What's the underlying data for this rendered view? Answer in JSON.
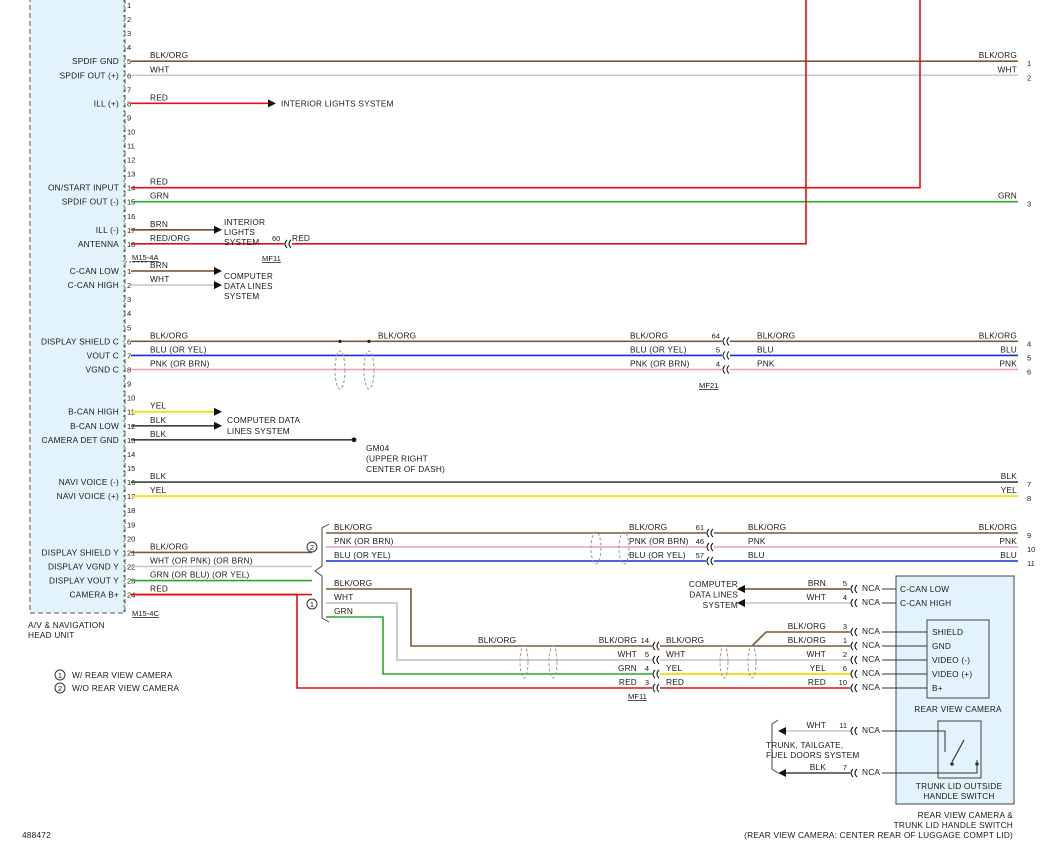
{
  "units": {
    "head_unit": "A/V & NAVIGATION\nHEAD UNIT",
    "camera": "REAR VIEW CAMERA",
    "switch": "TRUNK LID OUTSIDE\nHANDLE SWITCH",
    "module": "REAR VIEW CAMERA &\nTRUNK LID HANDLE SWITCH",
    "module_note": "(REAR VIEW CAMERA: CENTER REAR OF LUGGAGE COMPT LID)"
  },
  "connectors": {
    "a": "M15-4A",
    "c": "M15-4C",
    "mf11": "MF11",
    "mf21": "MF21"
  },
  "head_a_pins": [
    {
      "n": "1",
      "sig": ""
    },
    {
      "n": "2",
      "sig": ""
    },
    {
      "n": "3",
      "sig": ""
    },
    {
      "n": "4",
      "sig": ""
    },
    {
      "n": "5",
      "sig": "SPDIF GND",
      "wire": "BLK/ORG"
    },
    {
      "n": "6",
      "sig": "SPDIF OUT (+)",
      "wire": "WHT"
    },
    {
      "n": "7",
      "sig": ""
    },
    {
      "n": "8",
      "sig": "ILL (+)",
      "wire": "RED"
    },
    {
      "n": "9",
      "sig": ""
    },
    {
      "n": "10",
      "sig": ""
    },
    {
      "n": "11",
      "sig": ""
    },
    {
      "n": "12",
      "sig": ""
    },
    {
      "n": "13",
      "sig": ""
    },
    {
      "n": "14",
      "sig": "ON/START INPUT",
      "wire": "RED"
    },
    {
      "n": "15",
      "sig": "SPDIF OUT (-)",
      "wire": "GRN"
    },
    {
      "n": "16",
      "sig": ""
    },
    {
      "n": "17",
      "sig": "ILL (-)",
      "wire": "BRN"
    },
    {
      "n": "18",
      "sig": "ANTENNA",
      "wire": "RED/ORG"
    }
  ],
  "head_b_pins": [
    {
      "n": "1",
      "sig": "C-CAN LOW",
      "wire": "BRN"
    },
    {
      "n": "2",
      "sig": "C-CAN HIGH",
      "wire": "WHT"
    },
    {
      "n": "3",
      "sig": ""
    },
    {
      "n": "4",
      "sig": ""
    },
    {
      "n": "5",
      "sig": ""
    },
    {
      "n": "6",
      "sig": "DISPLAY SHIELD C",
      "wire": "BLK/ORG"
    },
    {
      "n": "7",
      "sig": "VOUT C",
      "wire": "BLU    (OR YEL)"
    },
    {
      "n": "8",
      "sig": "VGND C",
      "wire": "PNK    (OR BRN)"
    },
    {
      "n": "9",
      "sig": ""
    },
    {
      "n": "10",
      "sig": ""
    },
    {
      "n": "11",
      "sig": "B-CAN HIGH",
      "wire": "YEL"
    },
    {
      "n": "12",
      "sig": "B-CAN LOW",
      "wire": "BLK"
    },
    {
      "n": "13",
      "sig": "CAMERA DET GND",
      "wire": "BLK"
    },
    {
      "n": "14",
      "sig": ""
    },
    {
      "n": "15",
      "sig": ""
    },
    {
      "n": "16",
      "sig": "NAVI VOICE (-)",
      "wire": "BLK"
    },
    {
      "n": "17",
      "sig": "NAVI VOICE (+)",
      "wire": "YEL"
    },
    {
      "n": "18",
      "sig": ""
    },
    {
      "n": "19",
      "sig": ""
    },
    {
      "n": "20",
      "sig": ""
    },
    {
      "n": "21",
      "sig": "DISPLAY SHIELD Y",
      "wire": "BLK/ORG"
    },
    {
      "n": "22",
      "sig": "DISPLAY VGND Y",
      "wire": "WHT (OR PNK)    (OR BRN)"
    },
    {
      "n": "23",
      "sig": "DISPLAY VOUT Y",
      "wire": "GRN (OR BLU)    (OR YEL)"
    },
    {
      "n": "24",
      "sig": "CAMERA B+",
      "wire": "RED"
    }
  ],
  "destinations": {
    "interior_lights": "INTERIOR LIGHTS SYSTEM",
    "interior_lights_stack": [
      "INTERIOR",
      "LIGHTS",
      "SYSTEM"
    ],
    "computer_data": [
      "COMPUTER",
      "DATA LINES",
      "SYSTEM"
    ],
    "computer_data_b": [
      "COMPUTER DATA",
      "LINES SYSTEM"
    ],
    "computer_data_r": [
      "COMPUTER",
      "DATA LINES",
      "SYSTEM"
    ],
    "ground": [
      "GM04",
      "(UPPER RIGHT",
      "CENTER OF DASH)"
    ],
    "trunk": [
      "TRUNK, TAILGATE,",
      "FUEL DOORS SYSTEM"
    ]
  },
  "right_pins": [
    {
      "n": "1",
      "wire": "BLK/ORG"
    },
    {
      "n": "2",
      "wire": "WHT"
    },
    {
      "n": "3",
      "wire": "GRN"
    },
    {
      "n": "4",
      "wire": "BLK/ORG"
    },
    {
      "n": "5",
      "wire": "BLU"
    },
    {
      "n": "6",
      "wire": "PNK"
    },
    {
      "n": "7",
      "wire": "BLK"
    },
    {
      "n": "8",
      "wire": "YEL"
    },
    {
      "n": "9",
      "wire": "BLK/ORG"
    },
    {
      "n": "10",
      "wire": "PNK"
    },
    {
      "n": "11",
      "wire": "BLU"
    }
  ],
  "mf21_pins": {
    "a": "64",
    "b": "5",
    "c": "4",
    "d": "61",
    "e": "46",
    "f": "57"
  },
  "mf11_pins": {
    "top": "60",
    "a": "14",
    "b": "5",
    "c": "4",
    "d": "3"
  },
  "camera_pins": [
    {
      "n": "3",
      "sig": "SHIELD",
      "wire": "BLK/ORG"
    },
    {
      "n": "1",
      "sig": "GND",
      "wire": "BLK/ORG"
    },
    {
      "n": "2",
      "sig": "VIDEO (-)",
      "wire": "WHT"
    },
    {
      "n": "6",
      "sig": "VIDEO (+)",
      "wire": "YEL"
    },
    {
      "n": "10",
      "sig": "B+",
      "wire": "RED"
    }
  ],
  "can_pins": [
    {
      "n": "5",
      "sig": "C-CAN LOW",
      "wire": "BRN"
    },
    {
      "n": "4",
      "sig": "C-CAN HIGH",
      "wire": "WHT"
    }
  ],
  "switch_pins": [
    {
      "n": "11",
      "wire": "WHT"
    },
    {
      "n": "7",
      "wire": "BLK"
    }
  ],
  "nca": "NCA",
  "legend": [
    "W/ REAR VIEW CAMERA",
    "W/O REAR VIEW CAMERA"
  ],
  "legend_marks": [
    "1",
    "2"
  ],
  "diagram_id": "488472",
  "colors": {
    "BLK/ORG": "#7a5a3a",
    "WHT": "#c8c8c8",
    "RED": "#e01010",
    "GRN": "#28a828",
    "BRN": "#7a4a20",
    "BLU": "#1030d8",
    "PNK": "#f0a0b0",
    "YEL": "#f0e020",
    "BLK": "#404040",
    "RED/ORG": "#e01010",
    "unit_fill": "#e3f3fb"
  }
}
